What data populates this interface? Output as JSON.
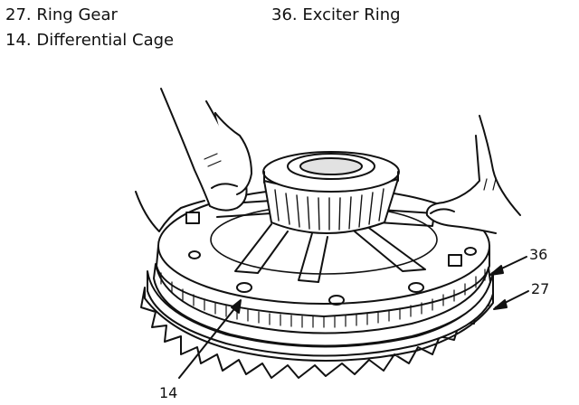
{
  "legend": [
    {
      "number": "27.",
      "name": "Ring Gear"
    },
    {
      "number": "14.",
      "name": "Differential Cage"
    },
    {
      "number": "36.",
      "name": "Exciter Ring"
    }
  ],
  "callouts": {
    "exciter_ring": "36",
    "ring_gear": "27",
    "differential_cage": "14"
  },
  "colors": {
    "line": "#111111",
    "background": "#ffffff"
  }
}
